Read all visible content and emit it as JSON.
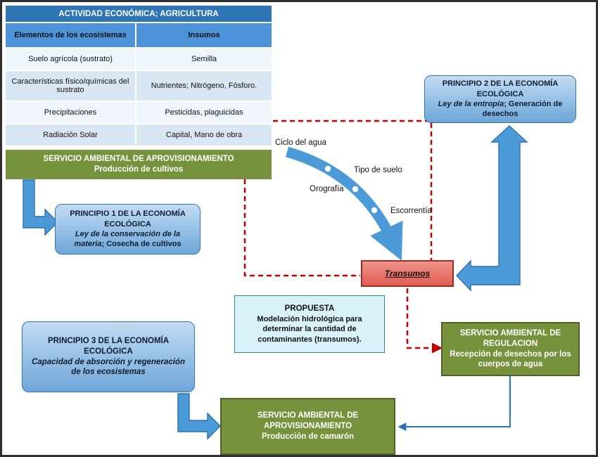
{
  "colors": {
    "primary_blue": "#2E75B6",
    "table_header_blue": "#4C93D9",
    "row_light": "#EEF5FB",
    "row_shaded": "#D9E7F5",
    "green": "#76923C",
    "green_border": "#4F6228",
    "arrow_blue": "#4C9BD8",
    "dashed_red": "#C00000",
    "transumos_red": "#E05C52",
    "proposal_cyan": "#D9F2FA"
  },
  "activity_header": {
    "label": "ACTIVIDAD ECONÓMICA; AGRICULTURA"
  },
  "table": {
    "headers": [
      "Elementos de los ecosistemas",
      "Insumos"
    ],
    "rows": [
      [
        "Suelo agrícola (sustrato)",
        "Semilla"
      ],
      [
        "Características físico/químicas del sustrato",
        "Nutrientes; Nitrógeno, Fósforo."
      ],
      [
        "Precipitaciones",
        "Pesticidas, plaguicidas"
      ],
      [
        "Radiación Solar",
        "Capital, Mano de obra"
      ]
    ]
  },
  "provisioning_crops_box": {
    "line1": "SERVICIO AMBIENTAL DE APROVISIONAMIENTO",
    "line2": "Producción de cultivos"
  },
  "principle1_box": {
    "title": "PRINCIPIO 1 DE LA ECONOMÍA ECOLÓGICA",
    "law": "Ley de la conservación de la materia",
    "suffix": "; Cosecha de cultivos"
  },
  "principle2_box": {
    "title": "PRINCIPIO 2 DE LA ECONOMÍA ECOLÓGICA",
    "law": "Ley de la entropía",
    "suffix": "; Generación de desechos"
  },
  "principle3_box": {
    "title": "PRINCIPIO 3 DE LA ECONOMÍA ECOLÓGICA",
    "law": "Capacidad de absorción y regeneración de los ecosistemas",
    "suffix": ""
  },
  "hydrology_labels": {
    "water_cycle": "Ciclo del agua",
    "soil_type": "Tipo de suelo",
    "orography": "Orografía",
    "runoff": "Escorrentía"
  },
  "transumos_box": {
    "label": "Transumos"
  },
  "proposal_box": {
    "title": "PROPUESTA",
    "body": "Modelación hidrológica para determinar la cantidad de contaminantes (transumos)."
  },
  "regulation_box": {
    "line1": "SERVICIO AMBIENTAL DE REGULACION",
    "line2": "Recepción de desechos por los cuerpos de agua"
  },
  "shrimp_box": {
    "line1": "SERVICIO AMBIENTAL DE APROVISIONAMIENTO",
    "line2": "Producción de camarón"
  }
}
